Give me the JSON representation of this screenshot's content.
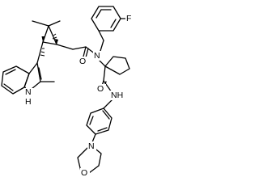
{
  "molecule": {
    "atom_labels": {
      "fluorine": "F",
      "amine_n": "N",
      "indole_n": "N",
      "indole_h": "H",
      "amide_o": "O",
      "amide2_o": "O",
      "amide_nh": "NH",
      "morpholine_n": "N",
      "morpholine_o": "O"
    }
  }
}
